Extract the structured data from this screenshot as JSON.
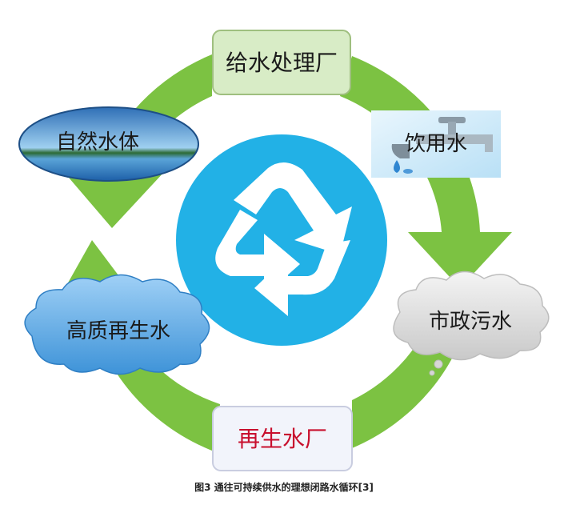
{
  "diagram": {
    "nodes": {
      "water_treatment_plant": "给水处理厂",
      "drinking_water": "饮用水",
      "municipal_sewage": "市政污水",
      "reclaimed_water_plant": "再生水厂",
      "high_quality_reclaimed_water": "高质再生水",
      "natural_water_body": "自然水体"
    },
    "center_symbol": "recycle-icon",
    "colors": {
      "cycle_arrow": "#7cc242",
      "center_circle": "#22b1e6",
      "plant_box_fill": "#d8ecc6",
      "plant_box_border": "#9fbf7f",
      "reclaimed_box_fill": "#f2f4fb",
      "reclaimed_box_text": "#c8102e",
      "cloud_blue": "#3e93d8",
      "cloud_gray": "#d7d7d7"
    }
  },
  "caption": "图3 通往可持续供水的理想闭路水循环[3]"
}
